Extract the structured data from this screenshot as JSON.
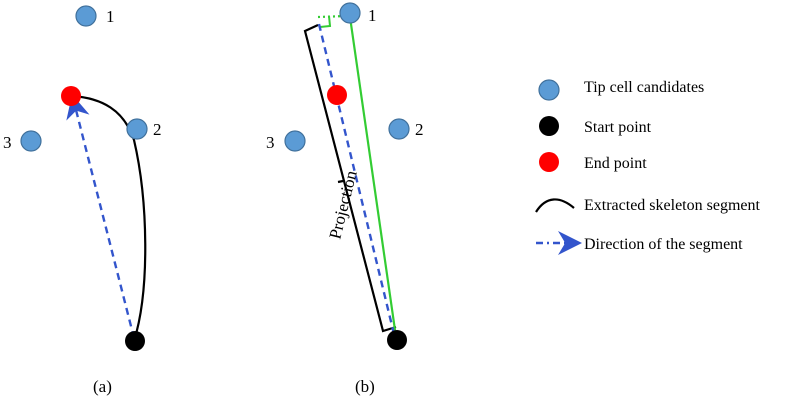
{
  "panels": {
    "a": {
      "caption": "(a)",
      "candidate_labels": [
        "1",
        "2",
        "3"
      ]
    },
    "b": {
      "caption": "(b)",
      "candidate_labels": [
        "1",
        "2",
        "3"
      ],
      "projection_label": "Projection"
    }
  },
  "legend": {
    "items": [
      {
        "label": "Tip cell candidates",
        "symbol": "blue-dot-icon"
      },
      {
        "label": "Start point",
        "symbol": "black-dot-icon"
      },
      {
        "label": "End point",
        "symbol": "red-dot-icon"
      },
      {
        "label": "Extracted skeleton segment",
        "symbol": "black-curve-icon"
      },
      {
        "label": "Direction of the segment",
        "symbol": "dashed-arrow-icon"
      }
    ]
  },
  "colors": {
    "candidate_fill": "#5b9bd5",
    "candidate_stroke": "#41719c",
    "start_point": "#000000",
    "end_point": "#ff0000",
    "skeleton": "#000000",
    "direction_arrow": "#3355cc",
    "green_line": "#33cc33"
  }
}
